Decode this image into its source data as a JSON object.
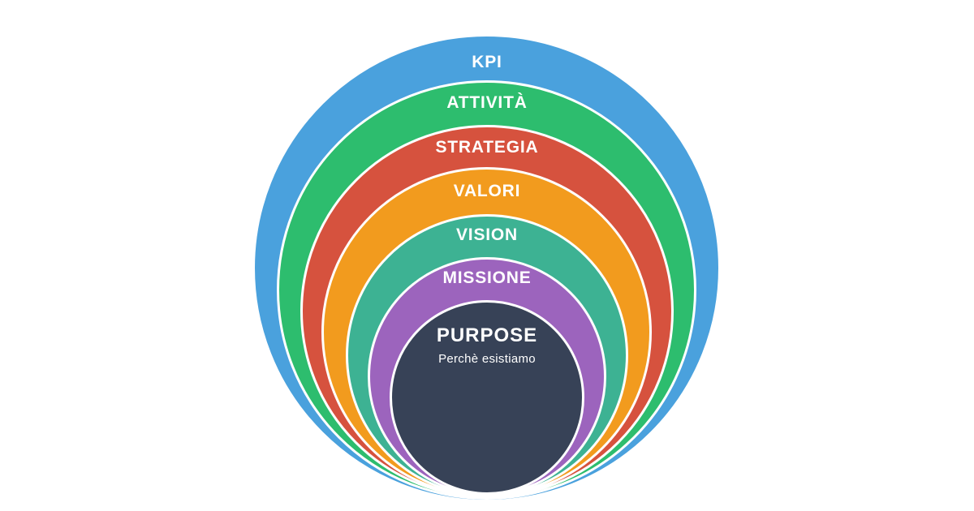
{
  "page": {
    "background_color": "#ffffff"
  },
  "diagram": {
    "type": "nested-circles",
    "ring_border_color": "#ffffff",
    "label_text_color": "#ffffff",
    "rings": [
      {
        "label": "KPI",
        "color": "#4AA1DD"
      },
      {
        "label": "ATTIVITÀ",
        "color": "#2DBD6E"
      },
      {
        "label": "STRATEGIA",
        "color": "#D6523E"
      },
      {
        "label": "VALORI",
        "color": "#F29B1E"
      },
      {
        "label": "VISION",
        "color": "#3DB293"
      },
      {
        "label": "MISSIONE",
        "color": "#9C64BD"
      },
      {
        "label": "PURPOSE",
        "color": "#374257",
        "sublabel": "Perchè esistiamo"
      }
    ]
  }
}
